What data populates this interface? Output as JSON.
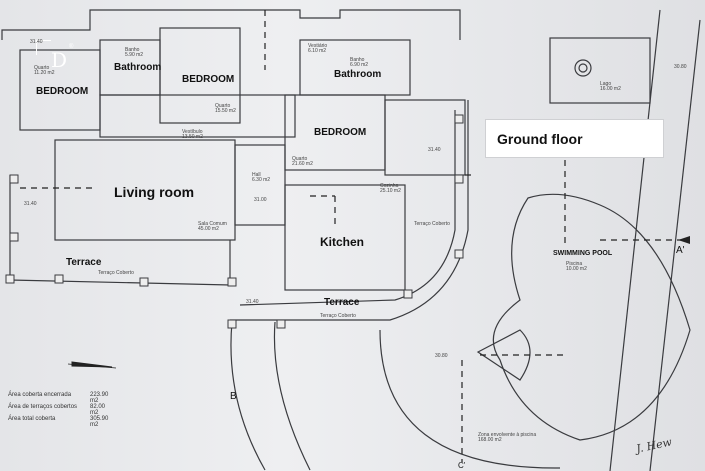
{
  "title": "Ground floor",
  "logo": {
    "letter": "D",
    "mark": "®"
  },
  "rooms": {
    "bedroom_left": "BEDROOM",
    "bathroom_left": "Bathroom",
    "bedroom_top": "BEDROOM",
    "bathroom_right": "Bathroom",
    "bedroom_mid": "BEDROOM",
    "living_room": "Living room",
    "kitchen": "Kitchen",
    "terrace_left": "Terrace",
    "terrace_mid": "Terrace",
    "swimming_pool": "SWIMMING POOL"
  },
  "annotations": {
    "quarto_left": "Quarto\n11.20 m2",
    "banho_left": "Banho\n5.90 m2",
    "quarto_top": "Quarto\n15.50 m2",
    "vestibulo": "Vestíbulo\n13.50 m2",
    "quarto_mid": "Quarto\n21.60 m2",
    "hall": "Hall\n6.30 m2",
    "sala": "Sala Comum\n45.00 m2",
    "cozinha": "Cozinha\n25.10 m2",
    "terraco_coberto_left": "Terraço Coberto",
    "terraco_coberto_mid": "Terraço Coberto",
    "terraco_coberto_right": "Terraço Coberto",
    "piscina": "Piscina\n10.00 m2",
    "lago": "Lago\n16.00 m2",
    "zona_envolvente": "Zona envolvente à piscina\n168.00 m2",
    "vestiario": "Vestiário\n6.10 m2",
    "banho_right": "Banho\n6.90 m2"
  },
  "levels": {
    "l1": "31.40",
    "l2": "31.40",
    "l3": "31.00",
    "l4": "31.40",
    "l5": "30.80",
    "l6": "30.80",
    "l7": "31.40"
  },
  "section_marks": {
    "a": "A'",
    "b": "B",
    "c": "C'"
  },
  "areas": [
    {
      "label": "Área coberta encerrada",
      "value": "223.90 m2"
    },
    {
      "label": "Área de terraços cobertos",
      "value": "82.00 m2"
    },
    {
      "label": "Área total coberta",
      "value": "305.90 m2"
    }
  ],
  "signature": "J. Hew"
}
